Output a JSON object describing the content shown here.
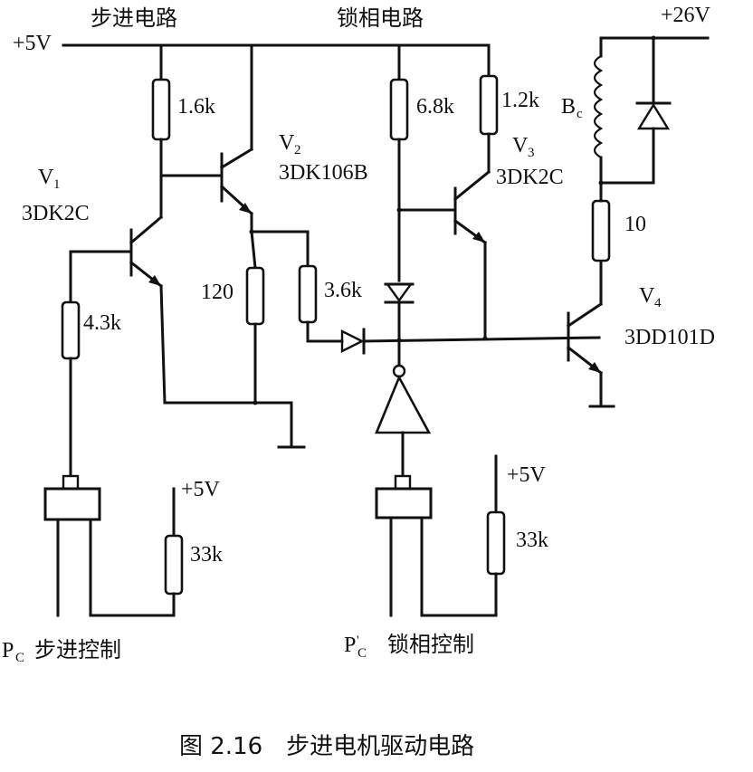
{
  "headers": {
    "step_circuit": "步进电路",
    "lock_circuit": "锁相电路"
  },
  "supply": {
    "main": "+5V",
    "motor": "+26V",
    "aux_left": "+5V",
    "aux_right": "+5V"
  },
  "resistors": {
    "r1": "1.6k",
    "r2": "6.8k",
    "r3": "1.2k",
    "r4": "4.3k",
    "r5": "120",
    "r6": "3.6k",
    "r7": "10",
    "r8": "33k",
    "r9": "33k"
  },
  "transistors": {
    "v1": {
      "name": "V",
      "sub": "1",
      "model": "3DK2C"
    },
    "v2": {
      "name": "V",
      "sub": "2",
      "model": "3DK106B"
    },
    "v3": {
      "name": "V",
      "sub": "3",
      "model": "3DK2C"
    },
    "v4": {
      "name": "V",
      "sub": "4",
      "model": "3DD101D"
    }
  },
  "coil": {
    "name": "B",
    "sub": "c"
  },
  "inputs": {
    "left": {
      "symbol": "P",
      "sub": "C",
      "label": "步进控制"
    },
    "right": {
      "symbol": "P",
      "prime": "'",
      "sub": "C",
      "label": "锁相控制"
    }
  },
  "caption": "图 2.16　步进电机驱动电路"
}
